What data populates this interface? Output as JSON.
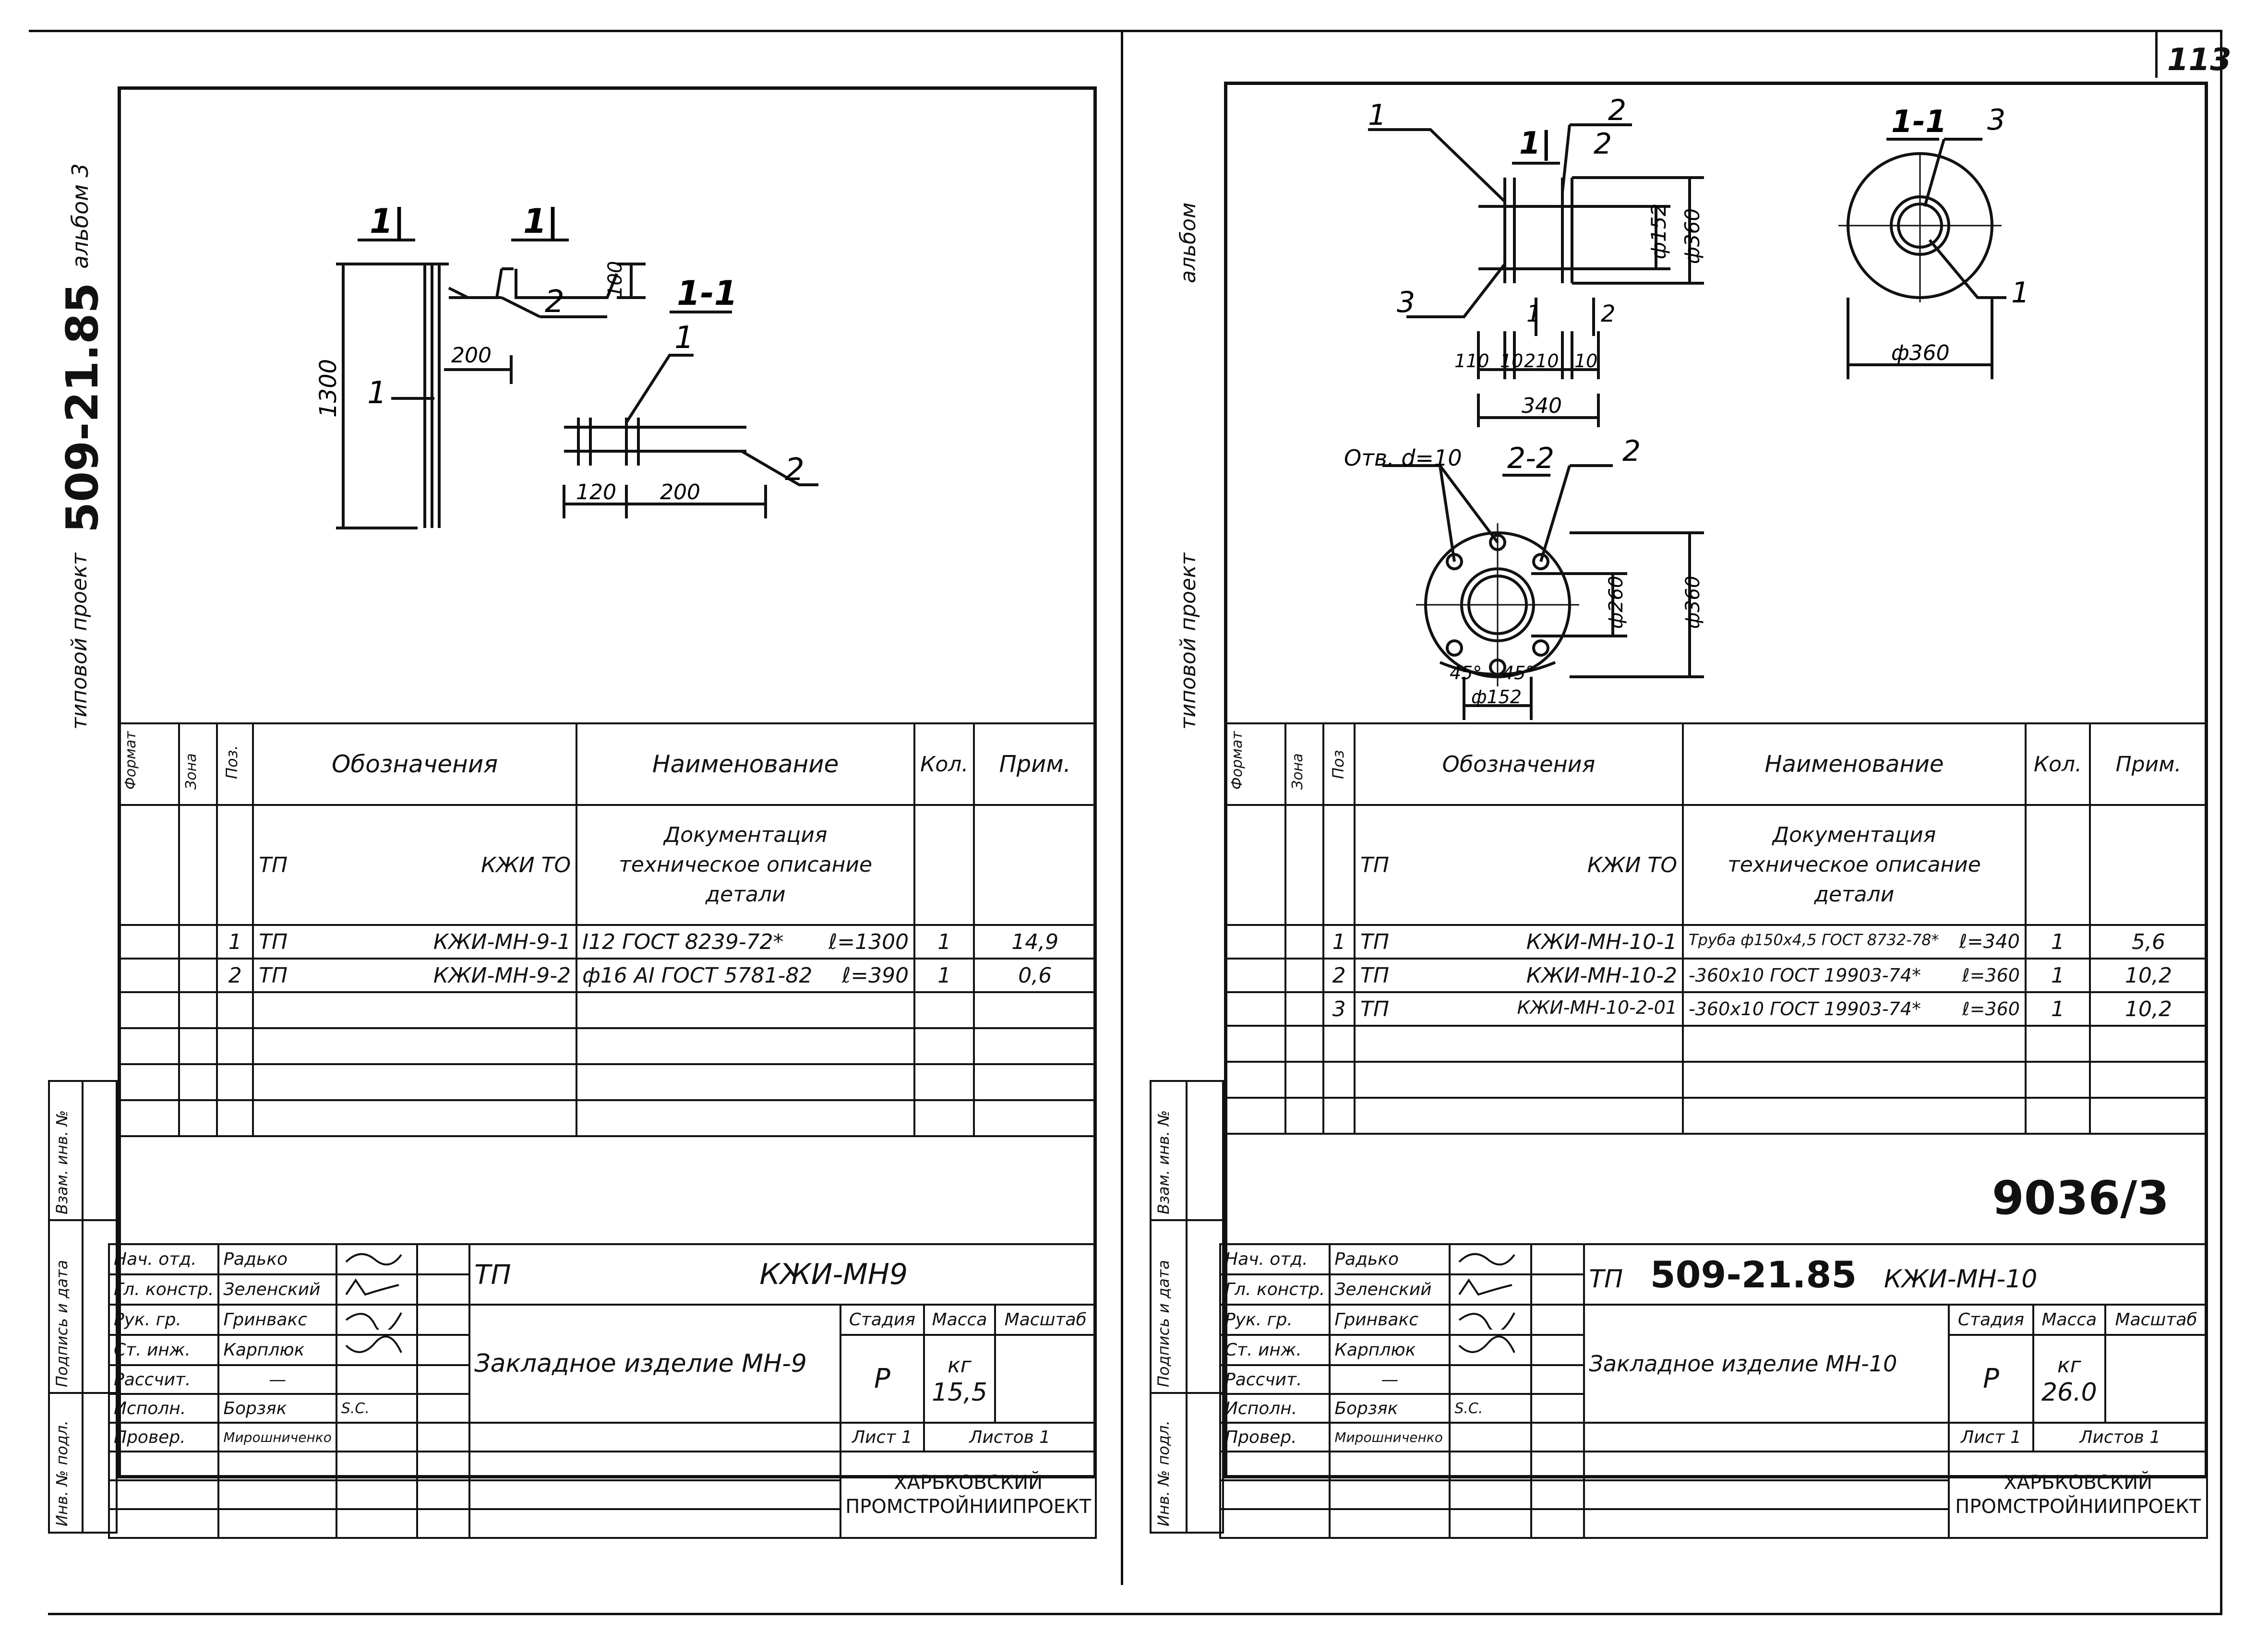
{
  "corner_page": "113",
  "bottom_code": "9036/3",
  "left": {
    "side_project": "типовой проект",
    "side_number": "509-21.85",
    "side_album": "альбом 3",
    "drawing": {
      "sec_a": "1|",
      "sec_b": "1|",
      "sec_c": "1-1",
      "pos1": "1",
      "pos2": "2",
      "pos1b": "1",
      "pos2b": "2",
      "d100": "100",
      "d200": "200",
      "d1300": "1300",
      "d120": "120",
      "d200b": "200"
    },
    "headers": {
      "format": "Формат",
      "zone": "Зона",
      "pos": "Поз.",
      "designation": "Обозначения",
      "name": "Наименование",
      "qty": "Кол.",
      "note": "Прим."
    },
    "doc_row": {
      "tp": "ТП",
      "code": "КЖИ ТО",
      "line1": "Документация",
      "line2": "техническое описание",
      "line3": "детали"
    },
    "rows": [
      {
        "pos": "1",
        "tp": "ТП",
        "code": "КЖИ-МН-9-1",
        "name": "I12 ГОСТ 8239-72*",
        "len": "ℓ=1300",
        "qty": "1",
        "note": "14,9"
      },
      {
        "pos": "2",
        "tp": "ТП",
        "code": "КЖИ-МН-9-2",
        "name": "ф16 АI ГОСТ 5781-82",
        "len": "ℓ=390",
        "qty": "1",
        "note": "0,6"
      }
    ],
    "side_cols": {
      "inv": "Инв. № подл.",
      "sign": "Подпись и дата",
      "vzam": "Взам. инв. №"
    },
    "stamp": {
      "roles": [
        "Нач. отд.",
        "Гл. констр.",
        "Рук. гр.",
        "Ст. инж.",
        "Рассчит.",
        "Исполн.",
        "Провер."
      ],
      "names": [
        "Радько",
        "Зеленский",
        "Гринвакс",
        "Карплюк",
        "—",
        "Борзяк",
        "Мирошниченко"
      ],
      "tp": "ТП",
      "code": "КЖИ-МН9",
      "title": "Закладное изделие МН-9",
      "stage_h": "Стадия",
      "mass_h": "Масса",
      "scale_h": "Масштаб",
      "stage": "Р",
      "mass_unit": "кг",
      "mass": "15,5",
      "sheet": "Лист 1",
      "sheets": "Листов 1",
      "org1": "ХАРЬКОВСКИЙ",
      "org2": "ПРОМСТРОЙНИИПРОЕКТ"
    }
  },
  "right": {
    "side_project": "типовой проект",
    "side_album": "альбом",
    "drawing": {
      "sec_a": "1|",
      "sec_b": "2",
      "sec_c": "1-1",
      "sec_d": "2-2",
      "pos1": "1",
      "pos2": "2",
      "pos3": "3",
      "pos3b": "3",
      "pos1b": "1",
      "pos2b": "2",
      "d152": "ф152",
      "d360": "ф360",
      "d360b": "ф360",
      "d110": "110",
      "d10a": "10",
      "d210": "210",
      "d10b": "10",
      "d340": "340",
      "hole": "Отв. d=10",
      "d260": "ф260",
      "d360c": "ф360",
      "a45a": "45°",
      "a45b": "45°",
      "d152b": "ф152",
      "cut1": "1",
      "cut2": "2"
    },
    "headers": {
      "format": "Формат",
      "zone": "Зона",
      "pos": "Поз",
      "designation": "Обозначения",
      "name": "Наименование",
      "qty": "Кол.",
      "note": "Прим."
    },
    "doc_row": {
      "tp": "ТП",
      "code": "КЖИ ТО",
      "line1": "Документация",
      "line2": "техническое описание",
      "line3": "детали"
    },
    "rows": [
      {
        "pos": "1",
        "tp": "ТП",
        "code": "КЖИ-МН-10-1",
        "name": "Труба ф150х4,5 ГОСТ 8732-78*",
        "len": "ℓ=340",
        "qty": "1",
        "note": "5,6"
      },
      {
        "pos": "2",
        "tp": "ТП",
        "code": "КЖИ-МН-10-2",
        "name": "-360х10 ГОСТ 19903-74*",
        "len": "ℓ=360",
        "qty": "1",
        "note": "10,2"
      },
      {
        "pos": "3",
        "tp": "ТП",
        "code": "КЖИ-МН-10-2-01",
        "name": "-360х10 ГОСТ 19903-74*",
        "len": "ℓ=360",
        "qty": "1",
        "note": "10,2"
      }
    ],
    "side_cols": {
      "inv": "Инв. № подл.",
      "sign": "Подпись и дата",
      "vzam": "Взам. инв. №"
    },
    "stamp": {
      "roles": [
        "Нач. отд.",
        "Гл. констр.",
        "Рук. гр.",
        "Ст. инж.",
        "Рассчит.",
        "Исполн.",
        "Провер."
      ],
      "names": [
        "Радько",
        "Зеленский",
        "Гринвакс",
        "Карплюк",
        "—",
        "Борзяк",
        "Мирошниченко"
      ],
      "tp": "ТП",
      "number": "509-21.85",
      "code": "КЖИ-МН-10",
      "title": "Закладное изделие МН-10",
      "stage_h": "Стадия",
      "mass_h": "Масса",
      "scale_h": "Масштаб",
      "stage": "Р",
      "mass_unit": "кг",
      "mass": "26.0",
      "sheet": "Лист 1",
      "sheets": "Листов 1",
      "org1": "ХАРЬКОВСКИЙ",
      "org2": "ПРОМСТРОЙНИИПРОЕКТ"
    }
  }
}
